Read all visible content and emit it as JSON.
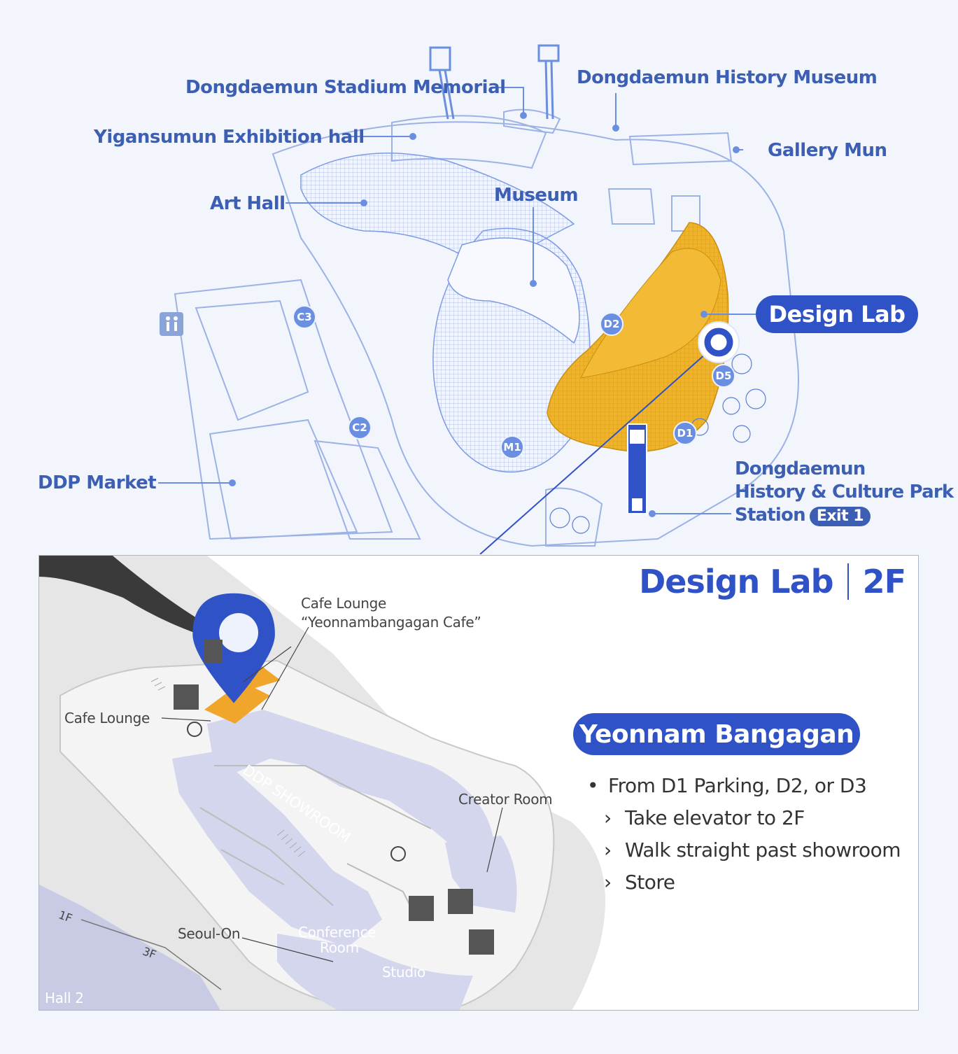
{
  "labels": {
    "stadium_memorial": "Dongdaemun Stadium Memorial",
    "history_museum": "Dongdaemun History Museum",
    "yigansumun": "Yigansumun Exhibition hall",
    "gallery_mun": "Gallery Mun",
    "art_hall": "Art Hall",
    "museum": "Museum",
    "design_lab": "Design Lab",
    "ddp_market": "DDP Market",
    "station_line1": "Dongdaemun",
    "station_line2": "History & Culture Park",
    "station_line3": "Station",
    "exit": "Exit 1"
  },
  "gates": {
    "c3": "C3",
    "d2": "D2",
    "d5": "D5",
    "c2": "C2",
    "m1": "M1",
    "d1": "D1"
  },
  "floor_map": {
    "building": "Design Lab",
    "floor": "2F",
    "cafe_label_line1": "Cafe Lounge",
    "cafe_label_line2": "“Yeonnambangagan Cafe”",
    "cafe_lounge": "Cafe Lounge",
    "showroom": "DDP SHOWROOM",
    "creator_room": "Creator Room",
    "seoul_on": "Seoul-On",
    "conference_line1": "Conference",
    "conference_line2": "Room",
    "studio": "Studio",
    "hall": "Hall 2",
    "floor_1f": "1F",
    "floor_3f": "3F"
  },
  "store": {
    "name": "Yeonnam Bangagan",
    "route_intro": "From D1 Parking, D2, or D3",
    "steps": [
      "Take elevator to 2F",
      "Walk straight past showroom",
      "Store"
    ]
  },
  "colors": {
    "accent": "#2f52c6",
    "label_blue": "#3d5fb3",
    "highlight": "#f0b429",
    "room_lavender": "#d4d6ee"
  }
}
